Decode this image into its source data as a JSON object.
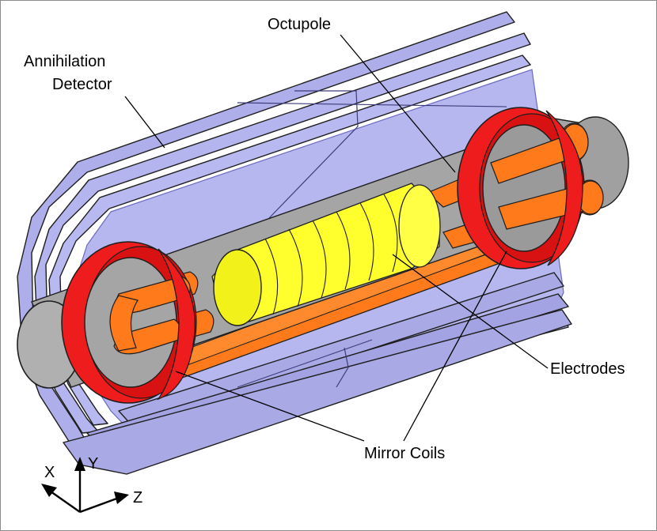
{
  "labels": {
    "annihilation_line1": "Annihilation",
    "annihilation_line2": "Detector",
    "octupole": "Octupole",
    "electrodes": "Electrodes",
    "mirror_coils": "Mirror Coils"
  },
  "axes": {
    "x": "X",
    "y": "Y",
    "z": "Z"
  },
  "colors": {
    "detector_fill": "#b9b9f2",
    "detector_edge": "#7c7cc9",
    "octupole": "#ff7a1a",
    "coil": "#ee1c1c",
    "electrode": "#ffff2e",
    "pipe": "#a5a5a5",
    "background": "#ffffff"
  }
}
